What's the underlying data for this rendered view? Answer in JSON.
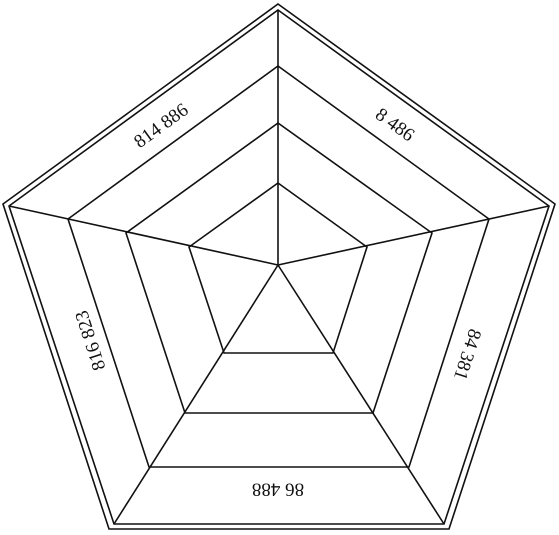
{
  "diagram": {
    "side_labels": [
      "8 486",
      "84 381",
      "86 488",
      "816 823",
      "814 886"
    ],
    "colors": {
      "stroke": "#111111",
      "background": "#ffffff",
      "text": "#111111"
    }
  }
}
